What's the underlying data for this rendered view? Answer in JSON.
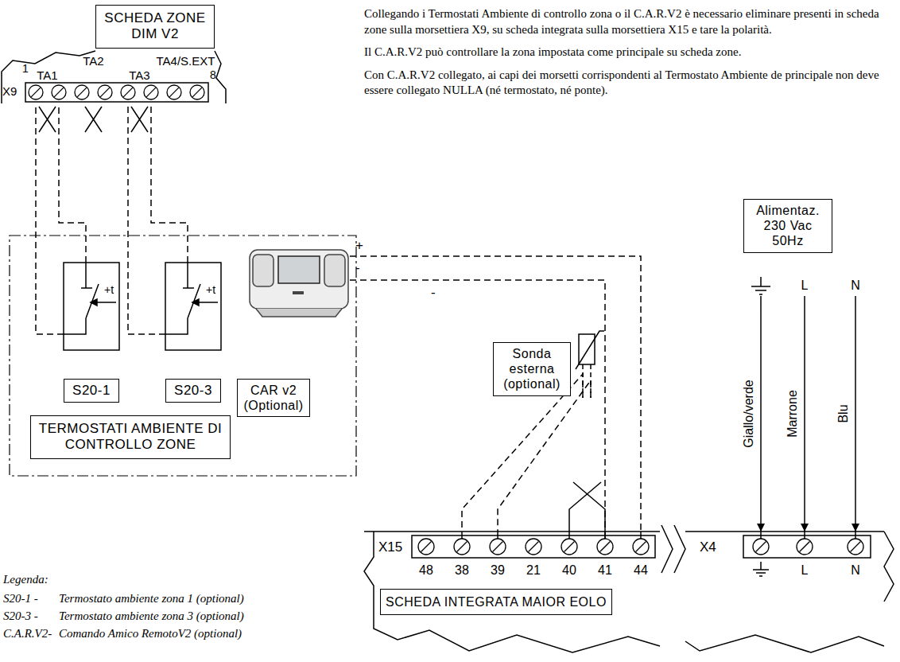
{
  "diagram": {
    "nodes": [
      {
        "text": [
          "SCHEDA ZONE DIM V2"
        ]
      },
      {
        "text": [
          "1",
          "TA1",
          "TA2",
          "TA3",
          "TA4/S.EXT",
          "8",
          "X9"
        ]
      },
      {
        "text": [
          "S20-1"
        ]
      },
      {
        "text": [
          "S20-3"
        ]
      },
      {
        "text": [
          "CAR v2 (Optional)"
        ]
      },
      {
        "text": [
          "TERMOSTATI AMBIENTE DI CONTROLLO ZONE"
        ]
      },
      {
        "text": [
          "Sonda esterna (optional)"
        ]
      },
      {
        "text": [
          "Alimentaz. 230 Vac 50Hz",
          "L",
          "N"
        ]
      },
      {
        "text": [
          "X15",
          "48",
          "38",
          "39",
          "21",
          "40",
          "41",
          "44",
          "X4",
          "L",
          "N"
        ]
      },
      {
        "text": [
          "SCHEDA INTEGRATA MAIOR EOLO"
        ],
        "in": 8
      }
    ],
    "edges": [
      {
        "from": 2,
        "to": 1,
        "arrow": "none"
      },
      {
        "from": 2,
        "to": 1,
        "arrow": "none"
      },
      {
        "from": 3,
        "to": 1,
        "arrow": "none"
      },
      {
        "from": 3,
        "to": 1,
        "arrow": "none"
      },
      {
        "from": 4,
        "to": 8,
        "arrow": "none"
      },
      {
        "from": 4,
        "to": 8,
        "arrow": "none"
      },
      {
        "from": 6,
        "to": 8,
        "arrow": "none"
      },
      {
        "from": 6,
        "to": 8,
        "arrow": "none"
      },
      {
        "from": 7,
        "to": 8,
        "arrow": "to",
        "label": "Giallo/verde"
      },
      {
        "from": 7,
        "to": 8,
        "arrow": "to",
        "label": "Marrone"
      },
      {
        "from": 7,
        "to": 8,
        "arrow": "to",
        "label": "Blu"
      }
    ],
    "labels": [
      "Collegando i Termostati Ambiente di controllo zona o il C.A.R.V2 è necessario eliminare presenti in scheda zone sulla morsettiera X9, su scheda integrata sulla morsettiera X15 e tare la polarità.",
      "Il C.A.R.V2 può controllare la zona impostata come principale su scheda zone.",
      "Con C.A.R.V2 collegato, ai capi dei morsetti corrispondenti al Termostato Ambiente de principale non deve essere collegato NULLA (né termostato, né ponte).",
      "+t",
      "+t",
      "+",
      "-",
      "-",
      "Legenda:",
      "S20-1 -",
      "Termostato ambiente zona 1 (optional)",
      "S20-3 -",
      "Termostato ambiente zona 3 (optional)",
      "C.A.R.V2-",
      "Comando Amico RemotoV2 (optional)"
    ]
  }
}
